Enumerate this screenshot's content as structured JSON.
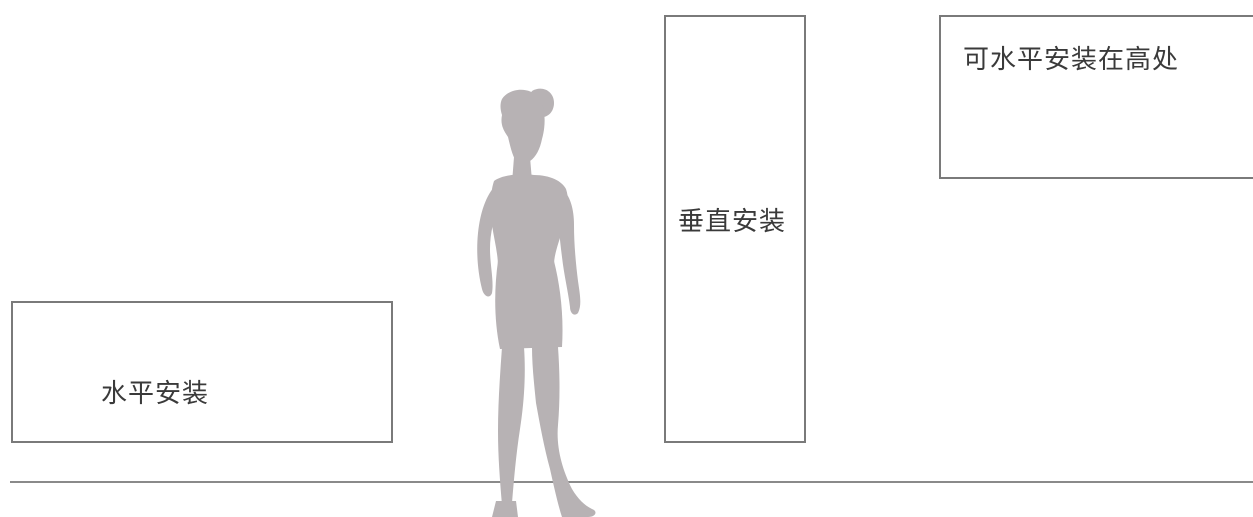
{
  "panels": {
    "horizontal": {
      "label": "水平安装"
    },
    "vertical": {
      "label": "垂直安装"
    },
    "high": {
      "label": "可水平安装在高处"
    }
  },
  "colors": {
    "panel_border": "#7a7a7a",
    "figure_fill": "#b7b2b4",
    "floor": "#8a8a8a",
    "text": "#3a3a3a"
  },
  "icons": {
    "figure": "standing-woman-silhouette"
  }
}
